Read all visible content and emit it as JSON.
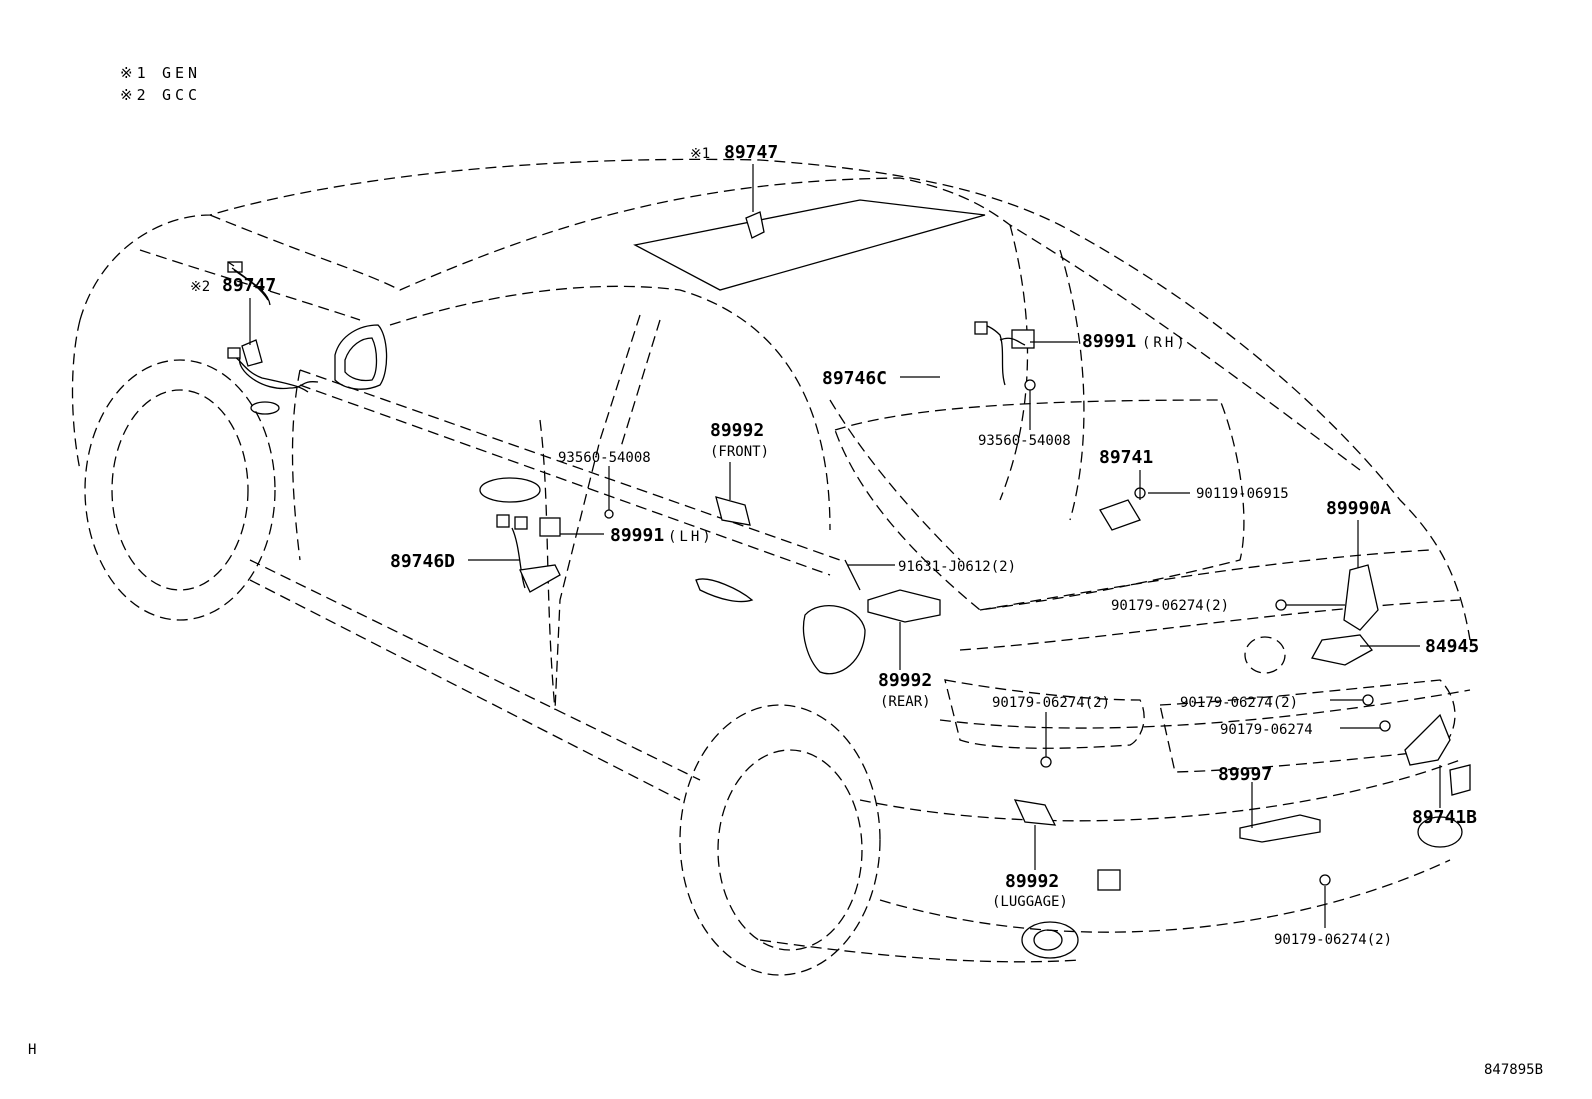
{
  "notes": [
    {
      "mark": "※1",
      "text": "GEN"
    },
    {
      "mark": "※2",
      "text": "GCC"
    }
  ],
  "labels": {
    "p89747_roof": {
      "mark": "※1",
      "code": "89747"
    },
    "p89747_side": {
      "mark": "※2",
      "code": "89747"
    },
    "p89991_rh": {
      "code": "89991",
      "suffix": "(RH)"
    },
    "p89746c": "89746C",
    "p93560_rh": "93560-54008",
    "p89741": "89741",
    "p90119": "90119-06915",
    "p89990a": "89990A",
    "p89992_front": {
      "code": "89992",
      "suffix": "(FRONT)"
    },
    "p93560_lh": "93560-54008",
    "p89991_lh": {
      "code": "89991",
      "suffix": "(LH)"
    },
    "p89746d": "89746D",
    "p91631": "91631-J0612(2)",
    "p90179_a": "90179-06274(2)",
    "p84945": "84945",
    "p89992_rear": {
      "code": "89992",
      "suffix": "(REAR)"
    },
    "p90179_b": "90179-06274(2)",
    "p90179_c": "90179-06274(2)",
    "p90179_d": "90179-06274",
    "p89997": "89997",
    "p89741b": "89741B",
    "p89992_luggage": {
      "code": "89992",
      "suffix": "(LUGGAGE)"
    },
    "p90179_e": "90179-06274(2)"
  },
  "corner_mark": "H",
  "figure_id": "847895B"
}
